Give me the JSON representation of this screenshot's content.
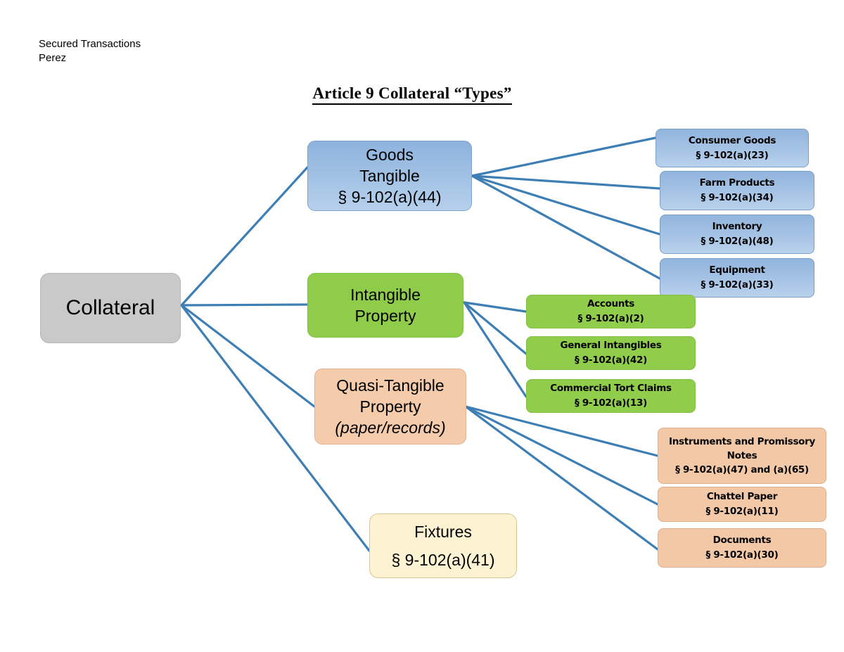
{
  "header": {
    "course": "Secured Transactions",
    "instructor": "Perez"
  },
  "title": "Article 9 Collateral “Types”",
  "colors": {
    "connector": "#3d7fb5",
    "root_fill": "#c9c9c9",
    "blue_fill": "#9fc0e3",
    "green_fill": "#90cd4b",
    "peach_fill": "#f3c8a7",
    "cream_fill": "#fdf3d3"
  },
  "root": {
    "label": "Collateral"
  },
  "categories": [
    {
      "id": "goods",
      "color": "blue",
      "lines": [
        "Goods",
        "Tangible",
        "§ 9-102(a)(44)"
      ],
      "children": [
        {
          "name": "Consumer Goods",
          "cite": "§ 9-102(a)(23)"
        },
        {
          "name": "Farm Products",
          "cite": "§ 9-102(a)(34)"
        },
        {
          "name": "Inventory",
          "cite": "§ 9-102(a)(48)"
        },
        {
          "name": "Equipment",
          "cite": "§ 9-102(a)(33)"
        }
      ]
    },
    {
      "id": "intangible",
      "color": "green",
      "lines": [
        "Intangible",
        "Property"
      ],
      "children": [
        {
          "name": "Accounts",
          "cite": "§ 9-102(a)(2)"
        },
        {
          "name": "General Intangibles",
          "cite": "§ 9-102(a)(42)"
        },
        {
          "name": "Commercial Tort Claims",
          "cite": "§ 9-102(a)(13)"
        }
      ]
    },
    {
      "id": "quasi-tangible",
      "color": "peach",
      "lines": [
        "Quasi-Tangible",
        "Property"
      ],
      "italic_line": "(paper/records)",
      "children": [
        {
          "name": "Instruments and Promissory",
          "name2": "Notes",
          "cite": "§ 9-102(a)(47) and (a)(65)"
        },
        {
          "name": "Chattel Paper",
          "cite": "§ 9-102(a)(11)"
        },
        {
          "name": "Documents",
          "cite": "§ 9-102(a)(30)"
        }
      ]
    },
    {
      "id": "fixtures",
      "color": "cream",
      "lines": [
        "Fixtures"
      ],
      "cite": "§ 9-102(a)(41)",
      "children": []
    }
  ]
}
